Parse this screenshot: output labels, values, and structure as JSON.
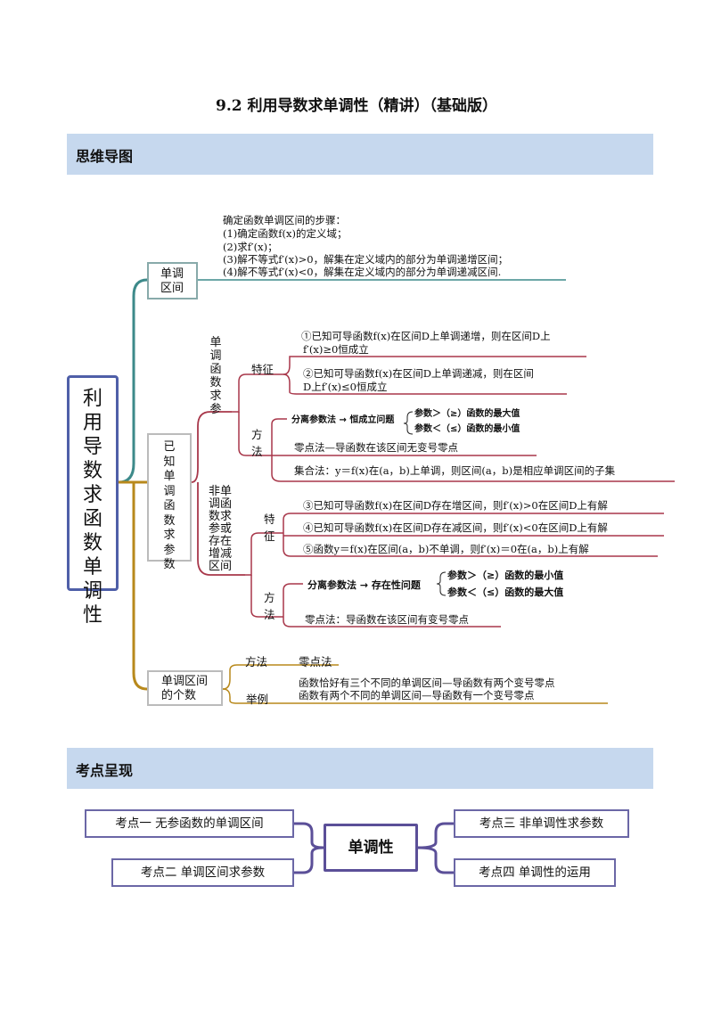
{
  "title": "9.2  利用导数求单调性（精讲）（基础版）",
  "section1": "思维导图",
  "section2": "考点呈现",
  "root": "利用导数求函数单调性",
  "branch1": {
    "label_l1": "单调",
    "label_l2": "区间",
    "steps": [
      "确定函数单调区间的步骤：",
      "(1)确定函数f(x)的定义域；",
      "(2)求f′(x)；",
      "(3)解不等式f′(x)>0，解集在定义域内的部分为单调递增区间；",
      "(4)解不等式f′(x)<0，解集在定义域内的部分为单调递减区间."
    ]
  },
  "branch2": {
    "label": "已知单调函数求参数",
    "sub1": {
      "label": "单调函数求参",
      "feature": "特征",
      "method": "方法",
      "f1_l1": "①已知可导函数f(x)在区间D上单调递增，则在区间D上",
      "f1_l2": "f′(x)≥0恒成立",
      "f2_l1": "②已知可导函数f(x)在区间D上单调递减，则在区间",
      "f2_l2": "D上f′(x)≤0恒成立",
      "sep": "分离参数法 → 恒成立问题",
      "sep_a": "参数＞（≥）函数的最大值",
      "sep_b": "参数＜（≤）函数的最小值",
      "zero": "零点法—导函数在该区间无变号零点",
      "set": "集合法：y＝f(x)在(a，b)上单调，则区间(a，b)是相应单调区间的子集"
    },
    "sub2": {
      "label": "非单调函数求参或存在增减区间",
      "feature": "特征",
      "method": "方法",
      "f3": "③已知可导函数f(x)在区间D存在增区间，则f′(x)>0在区间D上有解",
      "f4": "④已知可导函数f(x)在区间D存在减区间，则f′(x)<0在区间D上有解",
      "f5": "⑤函数y＝f(x)在区间(a，b)不单调，则f′(x)＝0在(a，b)上有解",
      "sep": "分离参数法 → 存在性问题",
      "sep_a": "参数＞（≥）函数的最小值",
      "sep_b": "参数＜（≤）函数的最大值",
      "zero": "零点法：导函数在该区间有变号零点"
    }
  },
  "branch3": {
    "label_l1": "单调区间",
    "label_l2": "的个数",
    "method": "方法",
    "method_val": "零点法",
    "example": "举例",
    "ex1": "函数恰好有三个不同的单调区间—导函数有两个变号零点",
    "ex2": "函数有两个不同的单调区间—导函数有一个变号零点"
  },
  "kaodian": {
    "center": "单调性",
    "k1": "考点一  无参函数的单调区间",
    "k2": "考点二  单调区间求参数",
    "k3": "考点三  非单调性求参数",
    "k4": "考点四  单调性的运用"
  },
  "colors": {
    "teal": "#3d8a8a",
    "gold": "#b8891c",
    "crimson": "#a8374a",
    "banner": "#c6d8ee",
    "navy": "#4f5fa8"
  }
}
